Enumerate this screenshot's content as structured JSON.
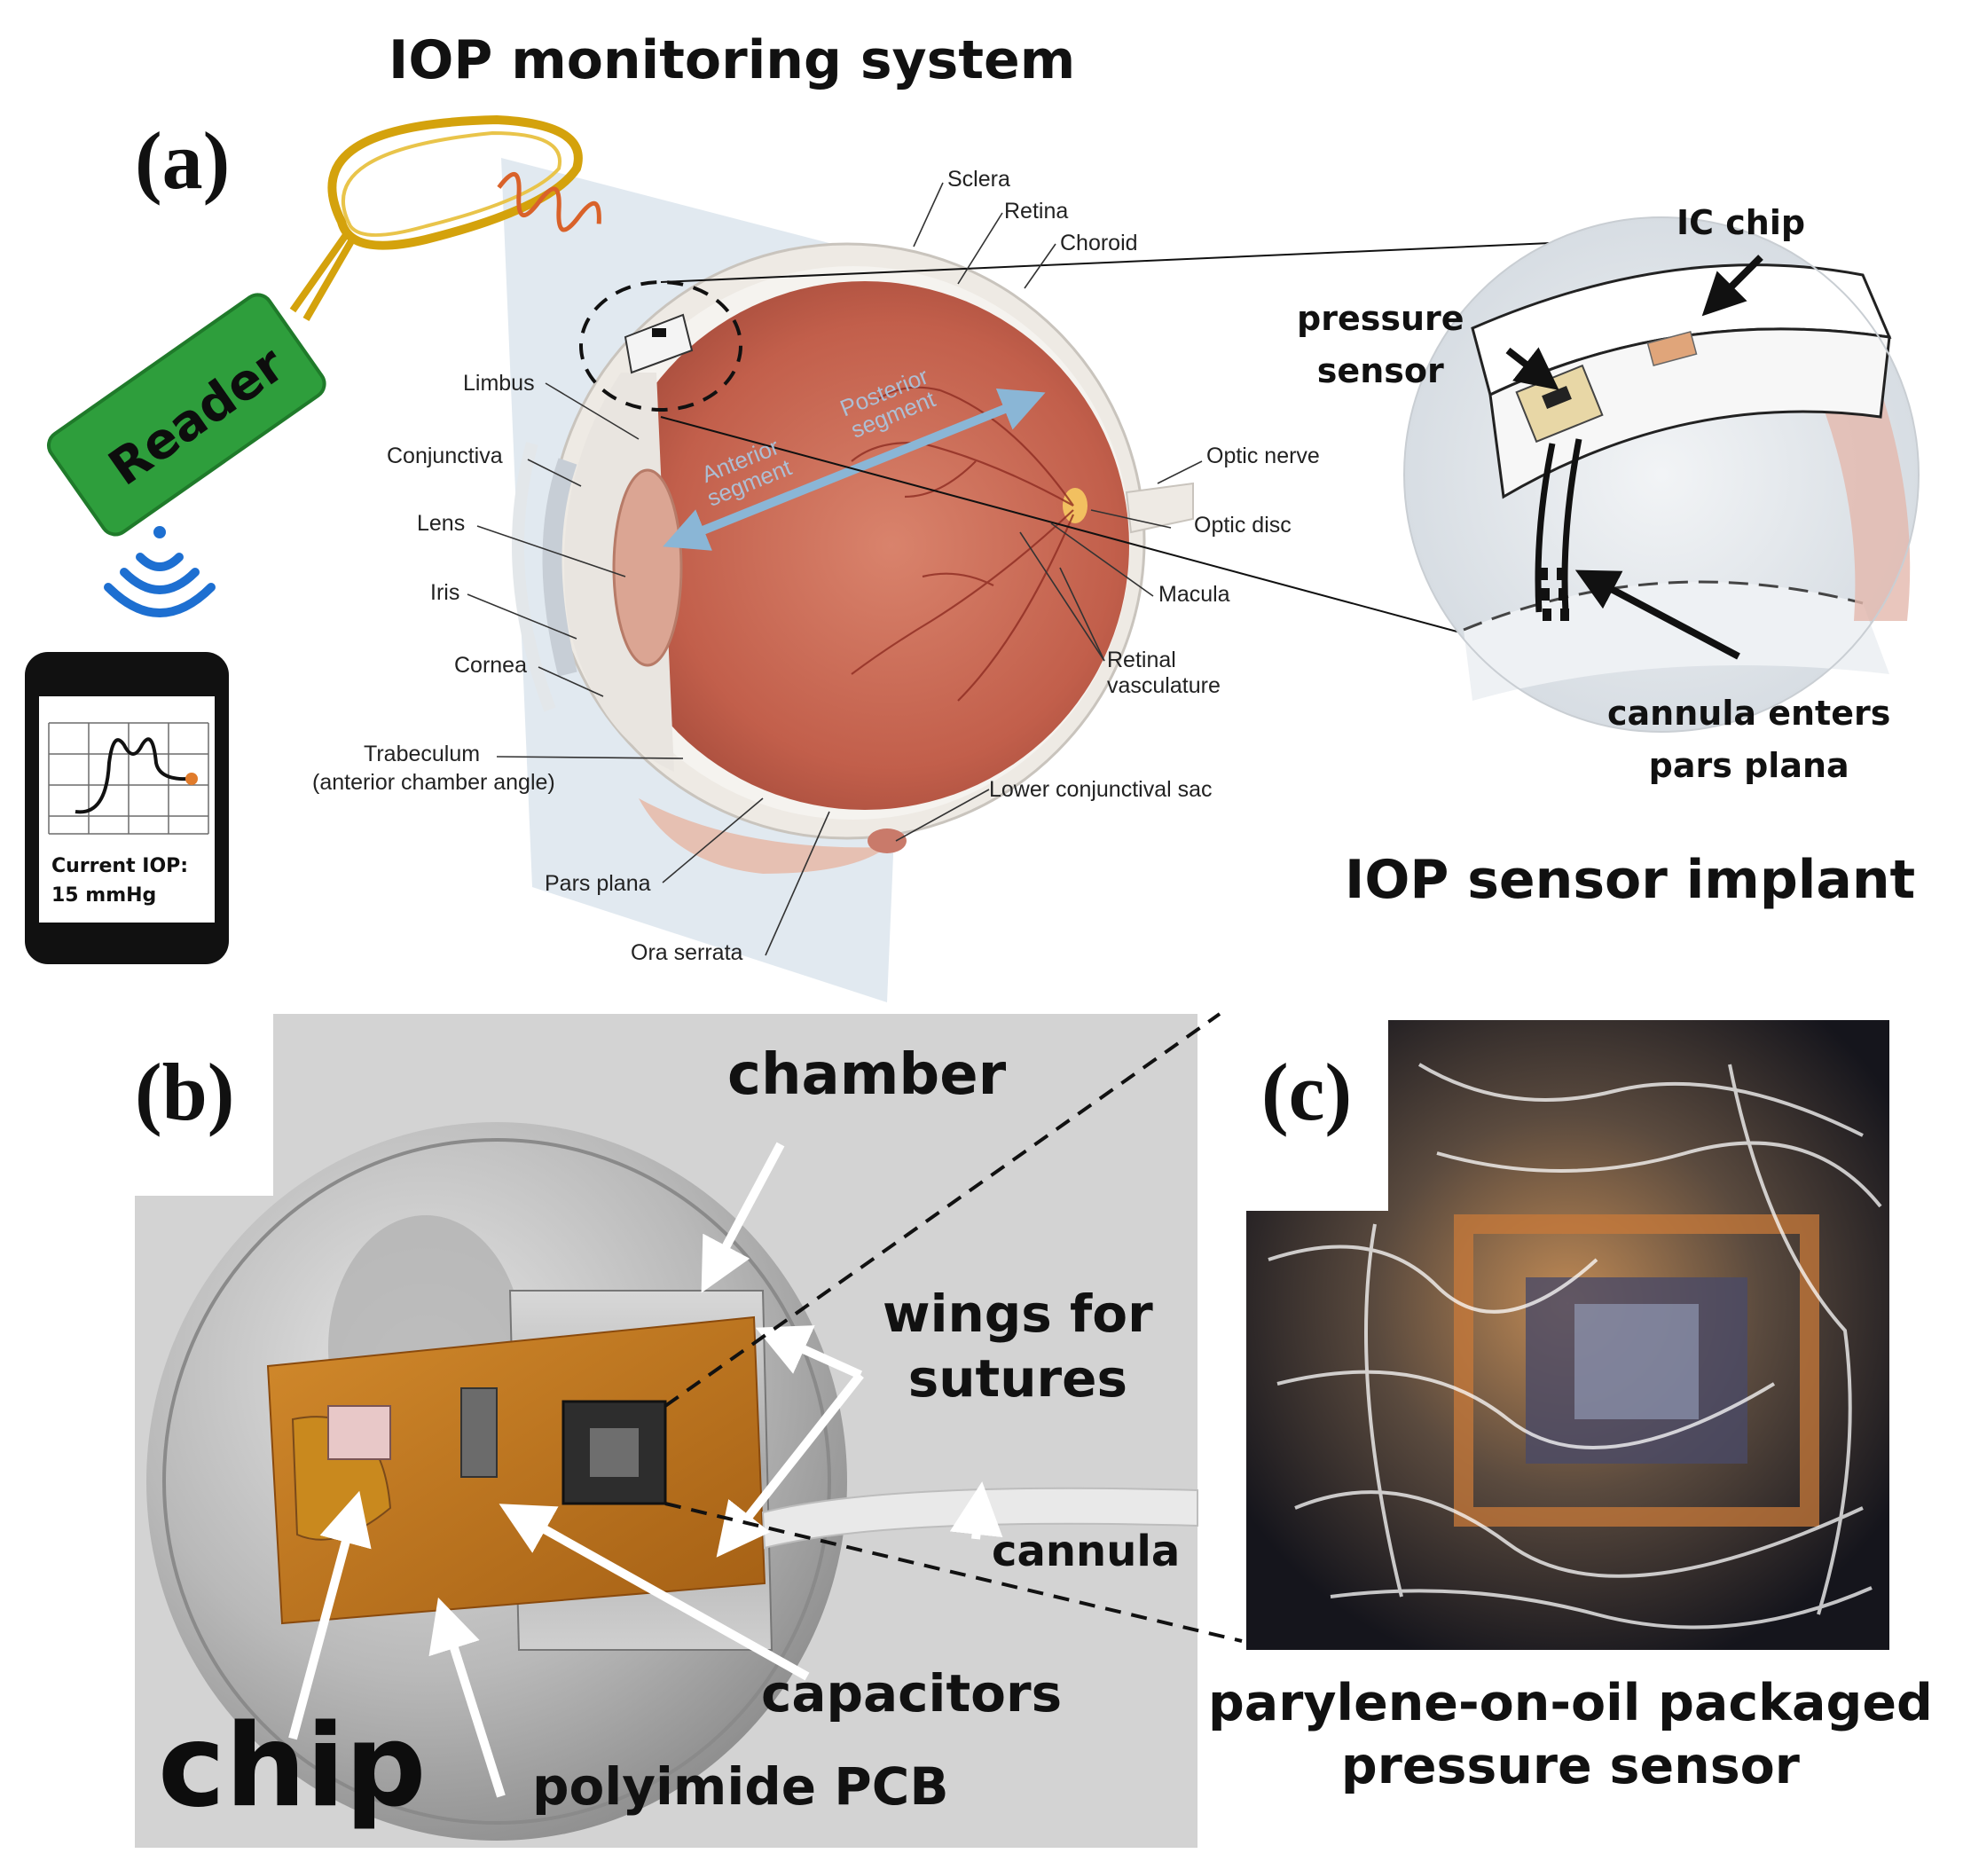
{
  "title_top": "IOP monitoring system",
  "title_implant": "IOP sensor implant",
  "panels": {
    "a": "(a)",
    "b": "(b)",
    "c": "(c)"
  },
  "reader_label": "Reader",
  "phone": {
    "line1": "Current IOP:",
    "line2": "15 mmHg"
  },
  "anatomy": {
    "sclera": "Sclera",
    "retina": "Retina",
    "choroid": "Choroid",
    "limbus": "Limbus",
    "conjunctiva": "Conjunctiva",
    "lens": "Lens",
    "iris": "Iris",
    "cornea": "Cornea",
    "trabeculum_1": "Trabeculum",
    "trabeculum_2": "(anterior chamber angle)",
    "pars_plana": "Pars plana",
    "ora_serrata": "Ora serrata",
    "optic_nerve": "Optic nerve",
    "optic_disc": "Optic disc",
    "macula": "Macula",
    "retinal_vasc_1": "Retinal",
    "retinal_vasc_2": "vasculature",
    "lower_sac": "Lower conjunctival sac",
    "anterior_1": "Anterior",
    "anterior_2": "segment",
    "posterior_1": "Posterior",
    "posterior_2": "segment"
  },
  "implant": {
    "ic_chip": "IC chip",
    "pressure_1": "pressure",
    "pressure_2": "sensor",
    "cannula_1": "cannula enters",
    "cannula_2": "pars plana"
  },
  "photo_b": {
    "chamber": "chamber",
    "wings_1": "wings for",
    "wings_2": "sutures",
    "cannula": "cannula",
    "capacitors": "capacitors",
    "chip": "chip",
    "pcb": "polyimide PCB"
  },
  "photo_c": {
    "line1": "parylene-on-oil packaged",
    "line2": "pressure sensor"
  },
  "colors": {
    "reader_green": "#2e9e3c",
    "coil_gold": "#d4a20c",
    "wave_orange": "#d9622a",
    "wifi_blue": "#1d6fd1",
    "eye_inner": "#c4614e",
    "sclera": "#f1eeea",
    "arrow_blue": "#8ab6d6",
    "pcb_orange": "#c9791e"
  }
}
